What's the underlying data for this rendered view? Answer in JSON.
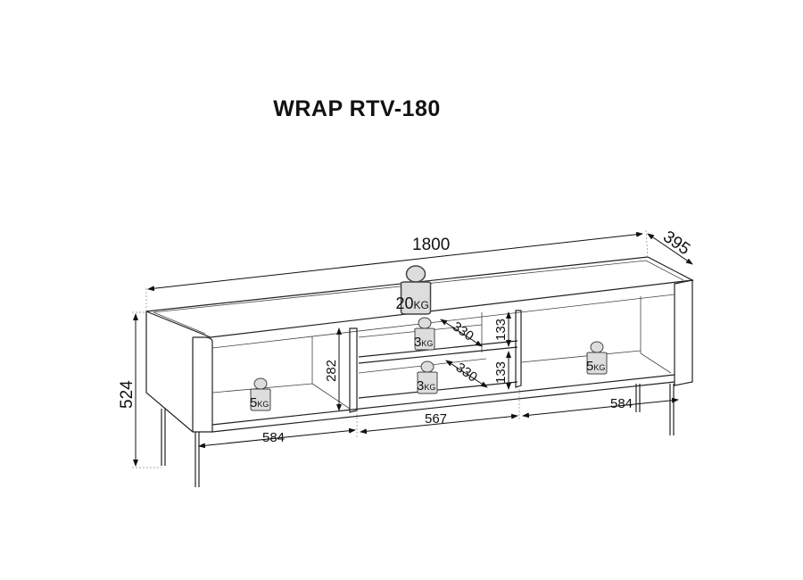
{
  "title": "WRAP RTV-180",
  "dimensions": {
    "width": "1800",
    "depth": "395",
    "height": "524",
    "left_compartment_width": "584",
    "middle_compartment_width": "567",
    "right_compartment_width": "584",
    "left_compartment_height": "282",
    "upper_shelf_height": "133",
    "lower_shelf_height": "133",
    "upper_shelf_depth": "330",
    "lower_shelf_depth": "330"
  },
  "load_limits": {
    "top": {
      "value": "20",
      "unit": "KG"
    },
    "upper_shelf": {
      "value": "3",
      "unit": "KG"
    },
    "lower_shelf": {
      "value": "3",
      "unit": "KG"
    },
    "left_compartment": {
      "value": "5",
      "unit": "KG"
    },
    "right_compartment": {
      "value": "5",
      "unit": "KG"
    }
  }
}
